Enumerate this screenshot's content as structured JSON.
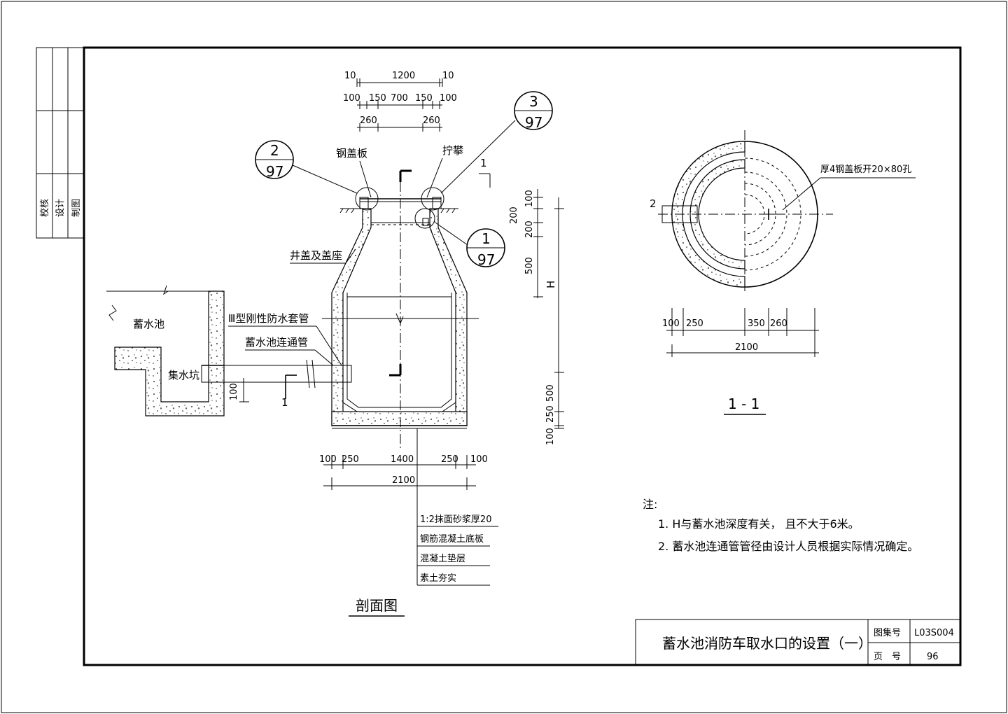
{
  "sidebar": {
    "col1": "校核",
    "col2": "设计",
    "col3": "制图"
  },
  "section": {
    "title": "剖面图",
    "labels": {
      "steel_cover": "钢盖板",
      "ladder": "拧攀",
      "cover_seat": "井盖及盖座",
      "sleeve": "Ⅲ型刚性防水套管",
      "connect_pipe": "蓄水池连通管",
      "reservoir": "蓄水池",
      "sump": "集水坑",
      "section_mark": "1",
      "depth_mark": "H"
    },
    "detail_callouts": [
      {
        "top": "2",
        "bottom": "97"
      },
      {
        "top": "3",
        "bottom": "97"
      },
      {
        "top": "1",
        "bottom": "97"
      }
    ],
    "top_dims": {
      "row1": [
        "10",
        "1200",
        "10"
      ],
      "row2": [
        "100",
        "150",
        "700",
        "150",
        "100"
      ],
      "row3": [
        "260",
        "260"
      ]
    },
    "right_dims": [
      "100",
      "200",
      "200",
      "500",
      "500",
      "250",
      "100"
    ],
    "sump_dim": "100",
    "bottom_dims": {
      "row1": [
        "100",
        "250",
        "1400",
        "250",
        "100"
      ],
      "total": "2100"
    },
    "layers": [
      "1:2抹面砂浆厚20",
      "钢筋混凝土底板",
      "混凝土垫层",
      "素土夯实"
    ]
  },
  "plan": {
    "title": "1 - 1",
    "cover_label": "厚4钢盖板开20×80孔",
    "pipe_mark": "2",
    "dims": [
      "100",
      "250",
      "350",
      "260"
    ],
    "total": "2100"
  },
  "notes": {
    "heading": "注:",
    "items": [
      "1. H与蓄水池深度有关， 且不大于6米。",
      "2. 蓄水池连通管管径由设计人员根据实际情况确定。"
    ]
  },
  "title_block": {
    "title": "蓄水池消防车取水口的设置（一）",
    "atlas_label": "图集号",
    "atlas_value": "L03S004",
    "page_label": "页　号",
    "page_value": "96"
  }
}
